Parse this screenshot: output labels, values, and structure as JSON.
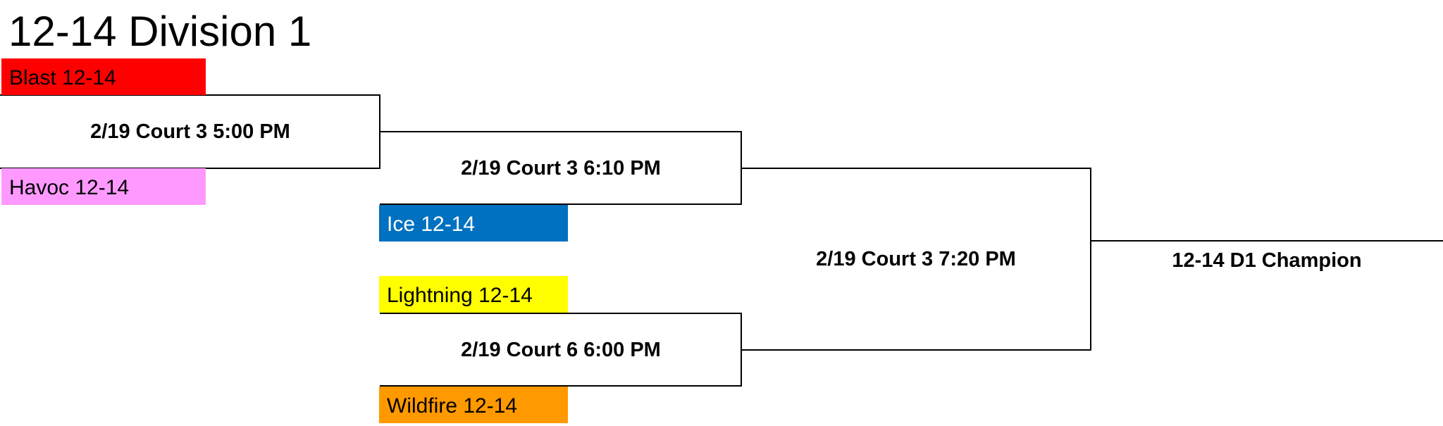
{
  "title": "12-14 Division 1",
  "teams": {
    "blast": {
      "label": "Blast 12-14",
      "color": "#ff0000",
      "text_color": "#000000"
    },
    "havoc": {
      "label": "Havoc 12-14",
      "color": "#ff99ff",
      "text_color": "#000000"
    },
    "ice": {
      "label": "Ice 12-14",
      "color": "#0070c0",
      "text_color": "#ffffff"
    },
    "lightning": {
      "label": "Lightning 12-14",
      "color": "#ffff00",
      "text_color": "#000000"
    },
    "wildfire": {
      "label": "Wildfire 12-14",
      "color": "#ff9900",
      "text_color": "#000000"
    }
  },
  "games": {
    "game_a": "2/19 Court 3 5:00 PM",
    "game_b": "2/19 Court 3 6:10 PM",
    "game_c": "2/19 Court 6 6:00 PM",
    "final": "2/19 Court 3 7:20 PM"
  },
  "champion": "12-14 D1 Champion"
}
